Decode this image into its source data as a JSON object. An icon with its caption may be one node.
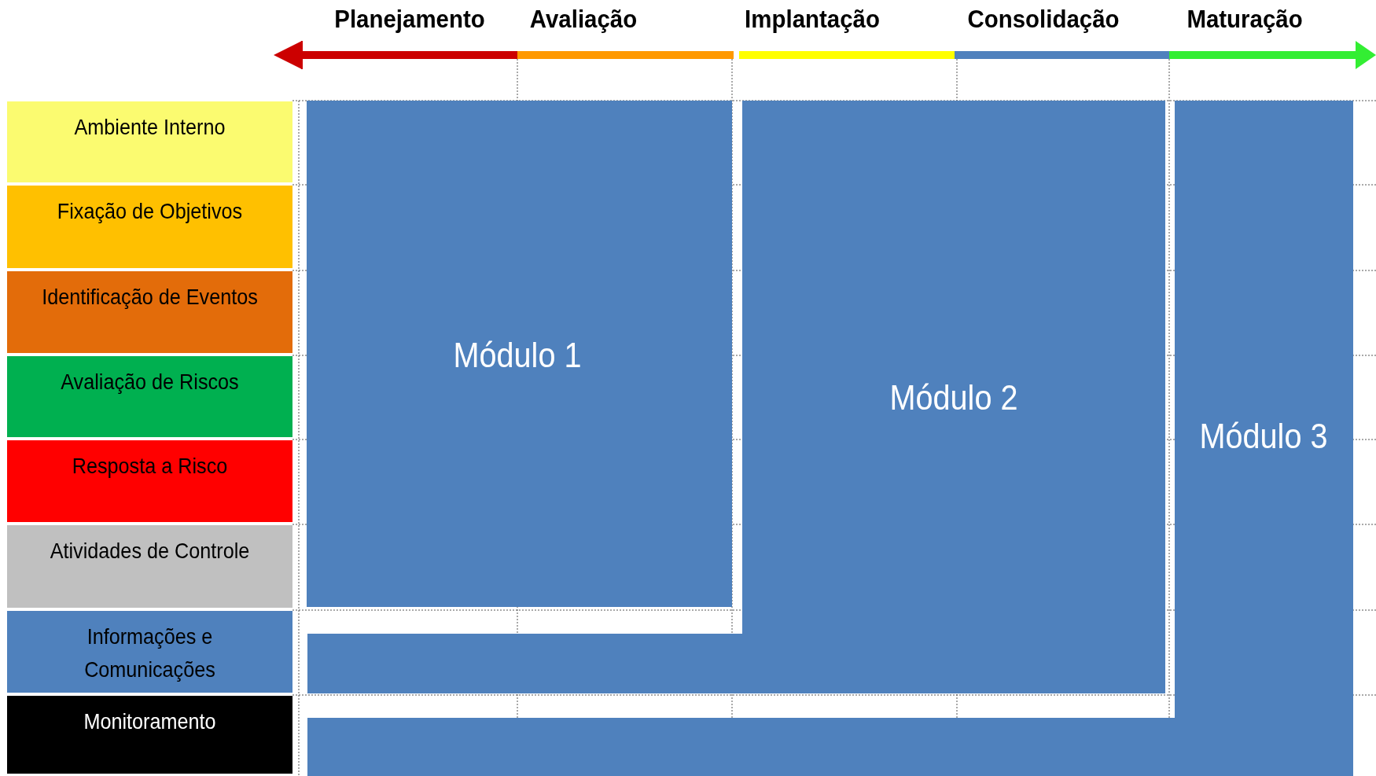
{
  "diagram": {
    "nodes": [
      {
        "text": [
          "Ambiente Interno"
        ]
      },
      {
        "text": [
          "Fixação de Objetivos"
        ]
      },
      {
        "text": [
          "Identificação de Eventos"
        ]
      },
      {
        "text": [
          "Avaliação de Riscos"
        ]
      },
      {
        "text": [
          "Resposta a Risco"
        ]
      },
      {
        "text": [
          "Atividades de Controle"
        ]
      },
      {
        "text": [
          "Informações e Comunicações"
        ]
      },
      {
        "text": [
          "Monitoramento"
        ]
      },
      {
        "text": [
          "Módulo 1"
        ]
      },
      {
        "text": [
          "Módulo 2"
        ]
      },
      {
        "text": [
          "Módulo 3"
        ]
      }
    ],
    "labels": [
      "Planejamento",
      "Avaliação",
      "Implantação",
      "Consolidação",
      "Maturação"
    ]
  }
}
